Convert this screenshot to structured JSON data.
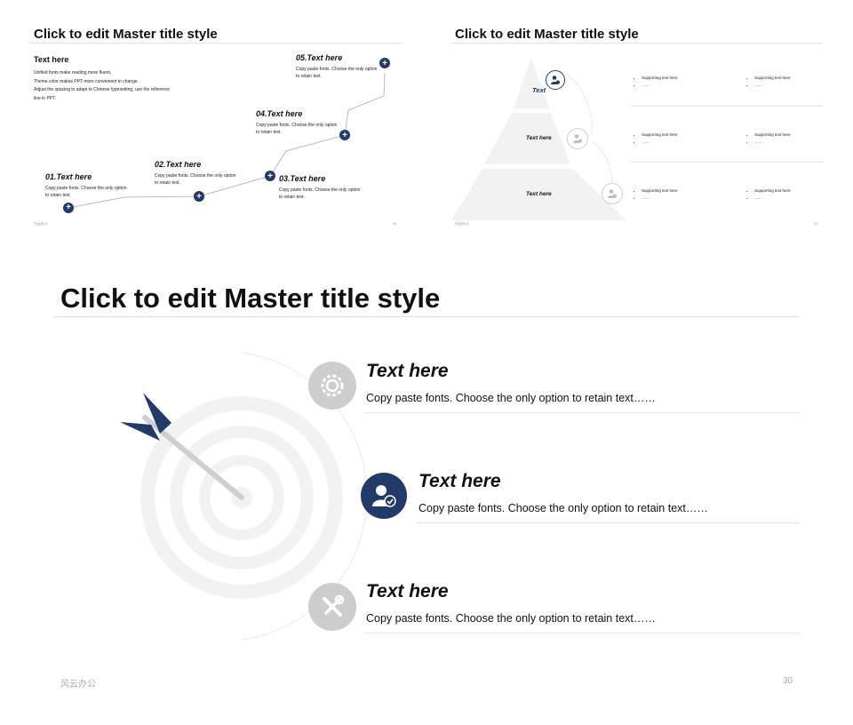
{
  "slide28": {
    "title": "Click to edit Master title style",
    "intro_heading": "Text here",
    "intro_lines": [
      "Unified fonts make reading more fluent.",
      "Theme color makes PPT more convenient to change.",
      "Adjust the spacing to adapt to Chinese typesetting, use the reference",
      "line in PPT."
    ],
    "steps": [
      {
        "title": "01.Text here",
        "desc": "Copy paste fonts. Choose the only option to retain text."
      },
      {
        "title": "02.Text here",
        "desc": "Copy paste fonts. Choose the only option to retain text."
      },
      {
        "title": "03.Text here",
        "desc": "Copy paste fonts. Choose the only option to retain text."
      },
      {
        "title": "04.Text here",
        "desc": "Copy paste fonts. Choose the only option to retain text."
      },
      {
        "title": "05.Text here",
        "desc": "Copy paste fonts. Choose the only option to retain text."
      }
    ],
    "footer_brand": "风云办公",
    "page_number": "28"
  },
  "slide29": {
    "title": "Click to edit Master title style",
    "pyramid_labels": [
      "Text",
      "Text here",
      "Text here"
    ],
    "support_text": "Supporting text here",
    "support_dots": "……",
    "footer_brand": "风云办公",
    "page_number": "29"
  },
  "slide30": {
    "title": "Click to edit Master title style",
    "items": [
      {
        "heading": "Text here",
        "desc": "Copy paste fonts. Choose the only option to retain text……",
        "icon": "gear-icon"
      },
      {
        "heading": "Text here",
        "desc": "Copy paste fonts. Choose the only option to retain text……",
        "icon": "user-check-icon"
      },
      {
        "heading": "Text here",
        "desc": "Copy paste fonts. Choose the only option to retain text……",
        "icon": "tools-icon"
      }
    ],
    "footer_brand": "风云办公",
    "page_number": "30"
  },
  "colors": {
    "navy": "#233a68",
    "grey_circle": "#cdcdcd",
    "ring": "#f2f2f2",
    "rule": "#e4e4e4"
  }
}
